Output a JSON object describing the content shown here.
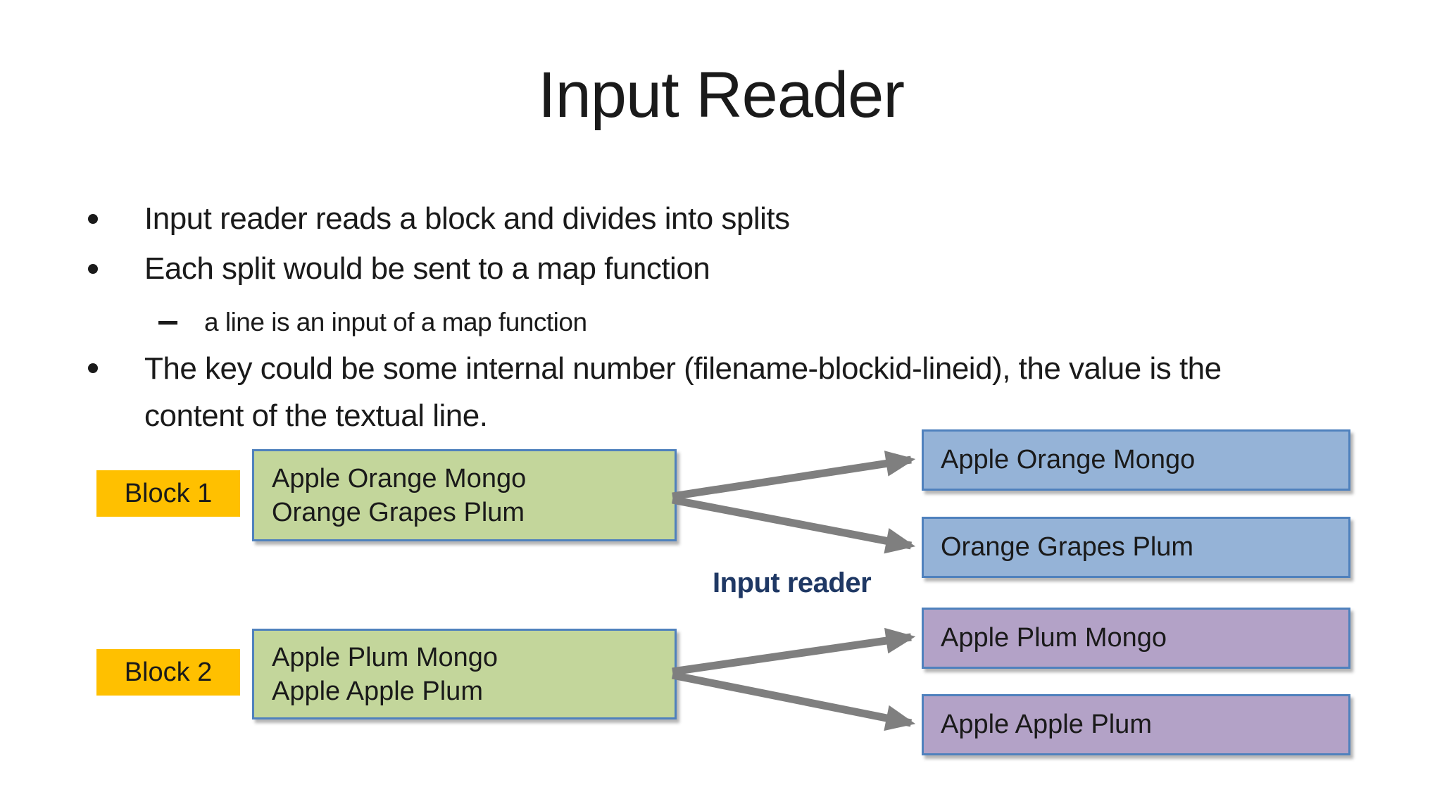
{
  "title": "Input Reader",
  "bullets": {
    "items": [
      {
        "level": 1,
        "lines": [
          "Input reader reads a block and divides into splits"
        ]
      },
      {
        "level": 1,
        "lines": [
          "Each split would be sent to a map function"
        ]
      },
      {
        "level": 2,
        "lines": [
          "a line is an input of a map function"
        ]
      },
      {
        "level": 1,
        "lines": [
          "The key could be some internal number (filename-blockid-lineid), the value is the",
          "content of the textual line."
        ]
      }
    ]
  },
  "diagram": {
    "arrow_label": "Input reader",
    "groups": [
      {
        "block_label": "Block 1",
        "source_lines": [
          "Apple Orange Mongo",
          "Orange Grapes Plum"
        ],
        "outputs": [
          "Apple Orange Mongo",
          "Orange Grapes Plum"
        ]
      },
      {
        "block_label": "Block 2",
        "source_lines": [
          "Apple Plum Mongo",
          "Apple Apple Plum"
        ],
        "outputs": [
          "Apple Plum Mongo",
          "Apple Apple Plum"
        ]
      }
    ]
  },
  "colors": {
    "yellow": "#FFC000",
    "green": "#C3D69B",
    "blue": "#95B3D7",
    "purple": "#B3A2C7",
    "border": "#4F81BD",
    "arrow": "#7F7F7F",
    "navy": "#1F3864",
    "text": "#1A1A1A",
    "bg": "#FFFFFF"
  }
}
